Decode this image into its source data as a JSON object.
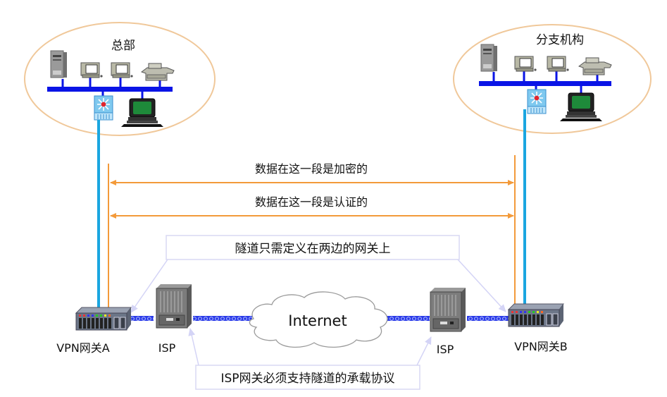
{
  "sites": {
    "hq": {
      "title": "总部"
    },
    "branch": {
      "title": "分支机构"
    }
  },
  "segments": {
    "encrypted": "数据在这一段是加密的",
    "authenticated": "数据在这一段是认证的"
  },
  "callouts": {
    "tunnel_gateways": "隧道只需定义在两边的网关上",
    "isp_support": "ISP网关必须支持隧道的承载协议"
  },
  "nodes": {
    "gateway_a": "VPN网关A",
    "gateway_b": "VPN网关B",
    "isp_left": "ISP",
    "isp_right": "ISP",
    "internet": "Internet"
  },
  "colors": {
    "site_ellipse": "#f0c89a",
    "lan_bus": "#0a14e6",
    "uplink": "#1aa6e0",
    "segment_arrow": "#f39a3a",
    "callout_border": "#d8d8f4",
    "wan_link": "#2a3ae8"
  }
}
